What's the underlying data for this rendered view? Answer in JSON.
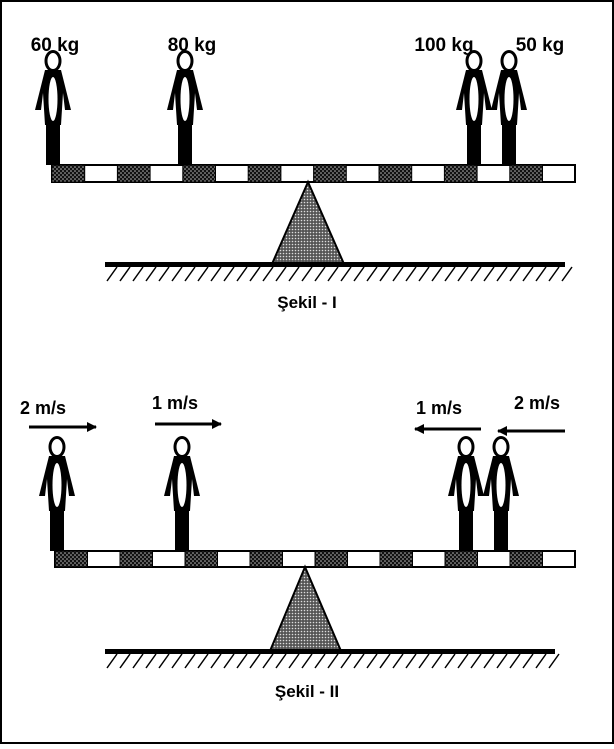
{
  "figure1": {
    "caption": "Şekil - I",
    "masses": [
      "60 kg",
      "80 kg",
      "100 kg",
      "50 kg"
    ]
  },
  "figure2": {
    "caption": "Şekil - II",
    "velocities": [
      {
        "label": "2 m/s",
        "direction": "right"
      },
      {
        "label": "1 m/s",
        "direction": "right"
      },
      {
        "label": "1 m/s",
        "direction": "left"
      },
      {
        "label": "2 m/s",
        "direction": "left"
      }
    ]
  }
}
